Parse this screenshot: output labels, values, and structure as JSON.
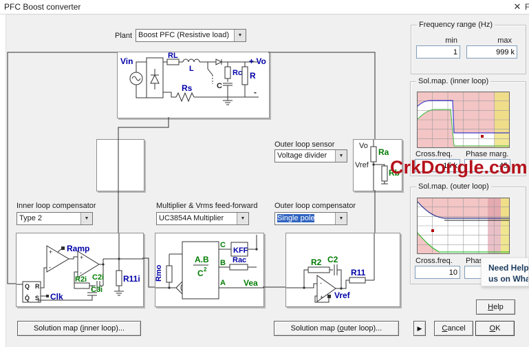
{
  "window": {
    "title": "PFC Boost converter",
    "close_icon": "✕",
    "edge_fragment": "F"
  },
  "plant": {
    "label": "Plant",
    "value": "Boost PFC (Resistive load)"
  },
  "icons": {
    "combo_arrow": "▼",
    "play": "▶"
  },
  "plant_circuit": {
    "vin": "Vin",
    "rl": "RL",
    "l": "L",
    "rc": "Rc",
    "c": "C",
    "r": "R",
    "vo": "+ Vo",
    "rs": "Rs",
    "minus": "-"
  },
  "sensor": {
    "vo": "Vo",
    "ra": "Ra",
    "vref": "Vref",
    "rb": "Rb"
  },
  "selectors": {
    "outer_sensor": {
      "label": "Outer loop sensor",
      "value": "Voltage divider"
    },
    "inner_comp": {
      "label": "Inner loop compensator",
      "value": "Type 2"
    },
    "multiplier": {
      "label": "Multiplier & Vrms feed-forward",
      "value": "UC3854A Multiplier"
    },
    "outer_comp": {
      "label": "Outer loop compensator",
      "value": "Single pole"
    }
  },
  "inner_circuit": {
    "ramp": "Ramp",
    "q": "Q",
    "r": "R",
    "qbar": "Q̄",
    "s": "S",
    "clk": "Clk",
    "r2i": "R2i",
    "c2i": "C2i",
    "c3i": "C3i",
    "r11i": "R11i",
    "plus": "+",
    "minus": "-"
  },
  "mult_circuit": {
    "rmo": "Rmo",
    "num": "A.B",
    "den": "C",
    "exp": "2",
    "pin_c": "C",
    "kff": "KFF",
    "pin_b": "B",
    "rac": "Rac",
    "pin_a": "A",
    "vea": "Vea"
  },
  "outer_circuit": {
    "r2": "R2",
    "c2": "C2",
    "r11": "R11",
    "vref": "Vref",
    "plus": "+",
    "minus": "-"
  },
  "freq_range": {
    "title": "Frequency range (Hz)",
    "min_label": "min",
    "max_label": "max",
    "min_value": "1",
    "max_value": "999 k"
  },
  "solmap_inner": {
    "title": "Sol.map. (inner loop)",
    "cross_label": "Cross.freq.",
    "phase_label": "Phase marg.",
    "cross_value": "15 k",
    "phase_value": "45"
  },
  "solmap_outer": {
    "title": "Sol.map. (outer loop)",
    "cross_label": "Cross.freq.",
    "phase_label": "Phase marg.",
    "cross_value": "10",
    "phase_value": ""
  },
  "watermark": "CrkDongle.com",
  "help_popup": {
    "line1": "Need Help?",
    "line2": "us on Wha"
  },
  "buttons": {
    "solmap_inner": {
      "pre": "Solution map (",
      "mn": "i",
      "post": "nner loop)..."
    },
    "solmap_outer": {
      "pre": "Solution map (",
      "mn": "o",
      "post": "uter loop)..."
    },
    "help": {
      "pre": "",
      "mn": "H",
      "post": "elp"
    },
    "cancel": {
      "pre": "",
      "mn": "C",
      "post": "ancel"
    },
    "ok": {
      "pre": "",
      "mn": "O",
      "post": "K"
    },
    "play": "▶"
  },
  "colors": {
    "selection": "#2f63c0",
    "watermark": "#b5121b",
    "label_blue": "#0000a8",
    "label_green": "#007b00",
    "map_pink": "#f3c5c5",
    "map_yellow": "#efe27d"
  }
}
